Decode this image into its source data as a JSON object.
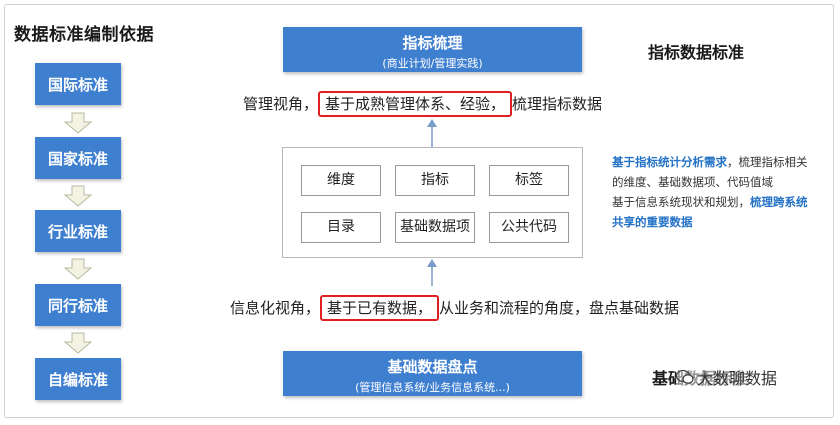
{
  "left_column": {
    "title": "数据标准编制依据",
    "items": [
      "国际标准",
      "国家标准",
      "行业标准",
      "同行标准",
      "自编标准"
    ]
  },
  "top_block": {
    "title": "指标梳理",
    "subtitle": "(商业计划/管理实践)"
  },
  "right_top_title": "指标数据标准",
  "upper_line": {
    "prefix": "管理视角，",
    "highlight": "基于成熟管理体系、经验，",
    "suffix": "梳理指标数据"
  },
  "grid": {
    "cells": [
      "维度",
      "指标",
      "标签",
      "目录",
      "基础数据项",
      "公共代码"
    ]
  },
  "side_note": {
    "part1_strong": "基于指标统计分析需求",
    "part1_rest": "，梳理指标相关的维度、基础数据项、代码值域",
    "part2_prefix": "基于信息系统现状和规划，",
    "part2_strong": "梳理跨系统共享的重要数据"
  },
  "lower_line": {
    "prefix": "信息化视角，",
    "highlight": "基于已有数据，",
    "suffix": "从业务和流程的角度，盘点基础数据"
  },
  "bottom_block": {
    "title": "基础数据盘点",
    "subtitle": "(管理信息系统/业务信息系统...)"
  },
  "right_bottom_title": "基础数据标准",
  "watermark": "大数聊数据",
  "colors": {
    "block_blue": "#3f7fd0",
    "highlight_red": "#e02020",
    "note_blue": "#2372c6"
  }
}
